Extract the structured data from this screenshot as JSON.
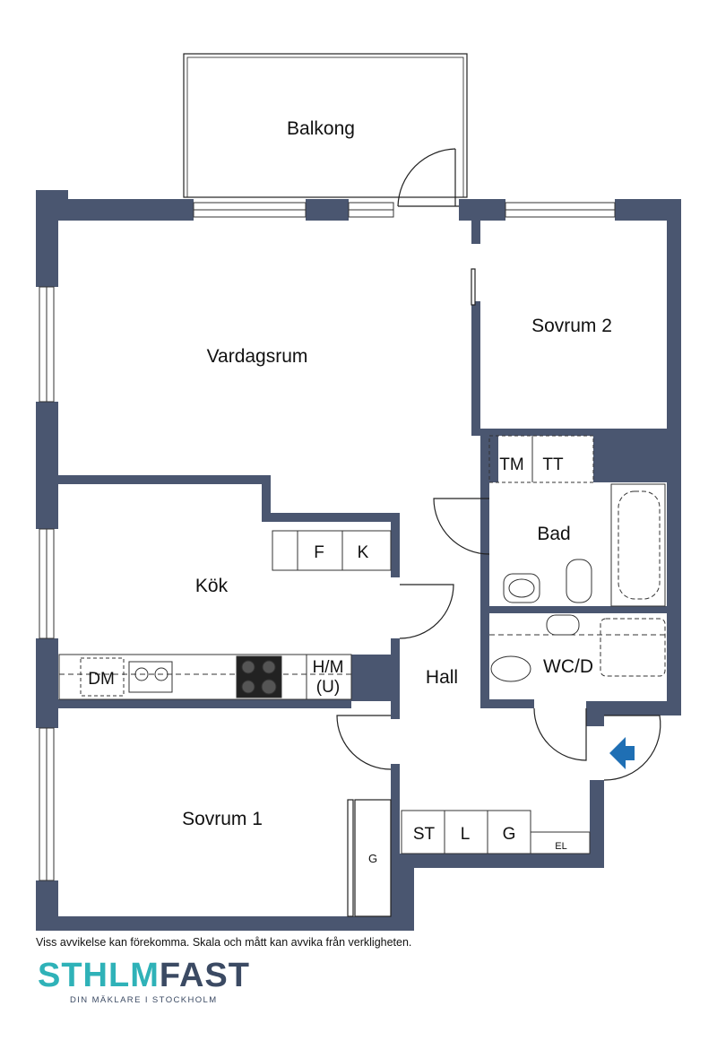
{
  "rooms": {
    "balcony": "Balkong",
    "living_room": "Vardagsrum",
    "bedroom_2": "Sovrum 2",
    "kitchen": "Kök",
    "bathroom": "Bad",
    "hall": "Hall",
    "toilet": "WC/D",
    "bedroom_1": "Sovrum 1"
  },
  "fixtures": {
    "tm": "TM",
    "tt": "TT",
    "fridge": "F",
    "freezer": "K",
    "dishwasher": "DM",
    "hm": "H/M",
    "hm_sub": "(U)",
    "storage": "ST",
    "linen": "L",
    "wardrobe": "G",
    "wardrobe_bedroom": "G",
    "electric": "EL"
  },
  "colors": {
    "wall": "#4a5670",
    "entrance_arrow": "#1f6fb4",
    "logo_teal": "#2fb2b8",
    "logo_navy": "#3b4a63"
  },
  "footer": {
    "disclaimer": "Viss avvikelse kan förekomma. Skala och mått kan avvika från verkligheten."
  },
  "logo": {
    "part1": "STHLM",
    "part2": "FAST",
    "tagline": "DIN MÄKLARE I STOCKHOLM"
  }
}
